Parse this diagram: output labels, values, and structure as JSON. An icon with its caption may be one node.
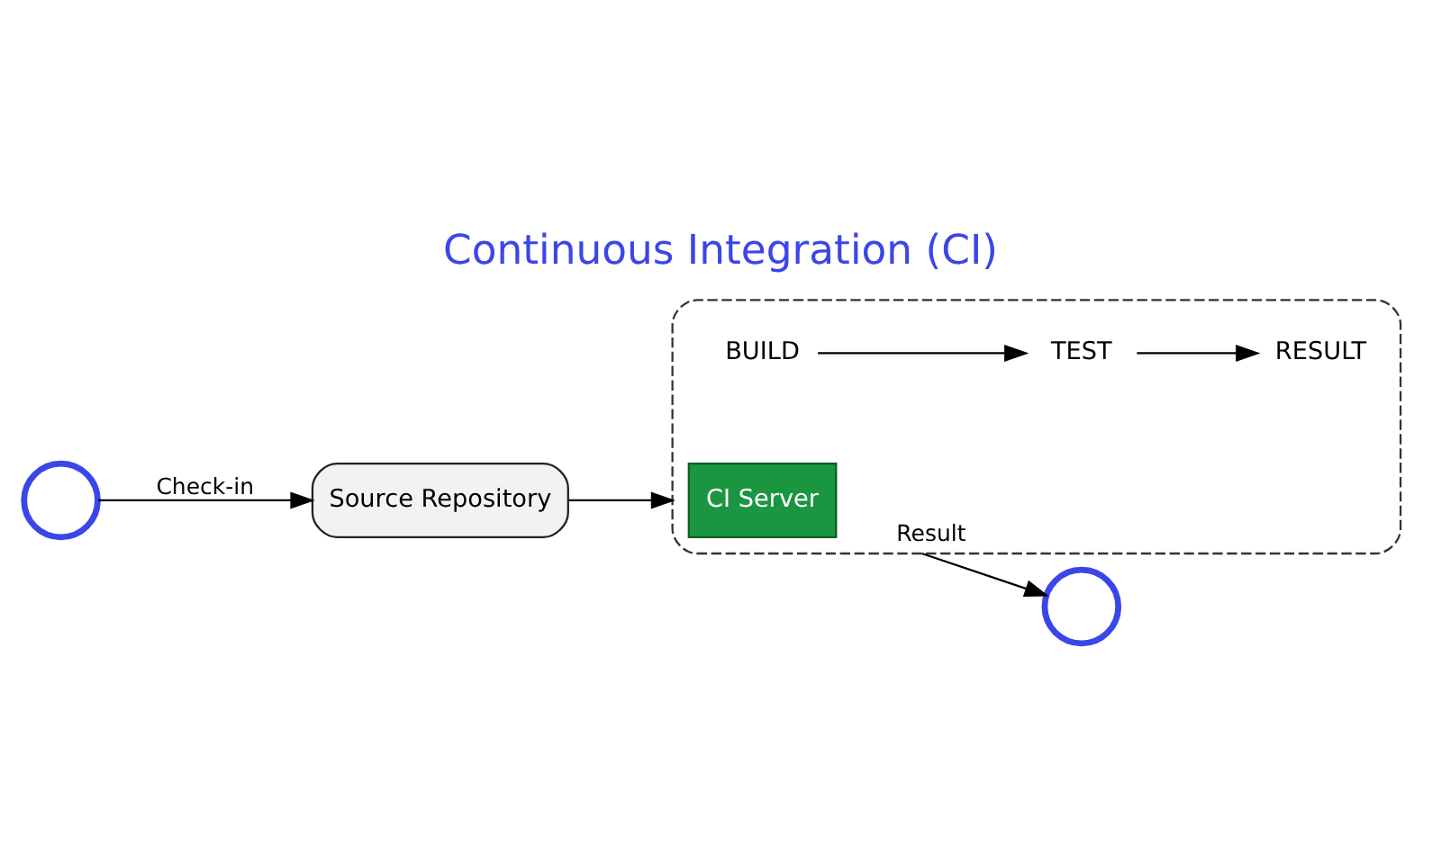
{
  "diagram": {
    "title": "Continuous Integration (CI)",
    "nodes": [
      {
        "text": [
          "Source Repository"
        ]
      },
      {
        "text": [],
        "shape": "box"
      },
      {
        "text": [
          "CI Server"
        ],
        "in": 1
      },
      {
        "text": [
          "BUILD"
        ],
        "in": 1
      },
      {
        "text": [
          "TEST"
        ],
        "in": 1
      },
      {
        "text": [
          "RESULT"
        ],
        "in": 1
      },
      {
        "text": [],
        "shape": "person"
      },
      {
        "text": [],
        "shape": "person"
      }
    ],
    "edges": [
      {
        "from": 6,
        "to": 0,
        "arrow": "to",
        "label": "Check-in"
      },
      {
        "from": 0,
        "to": 1,
        "arrow": "to"
      },
      {
        "from": 3,
        "to": 4,
        "arrow": "to"
      },
      {
        "from": 4,
        "to": 5,
        "arrow": "to"
      },
      {
        "from": 1,
        "to": 7,
        "arrow": "to",
        "label": "Result"
      }
    ]
  }
}
